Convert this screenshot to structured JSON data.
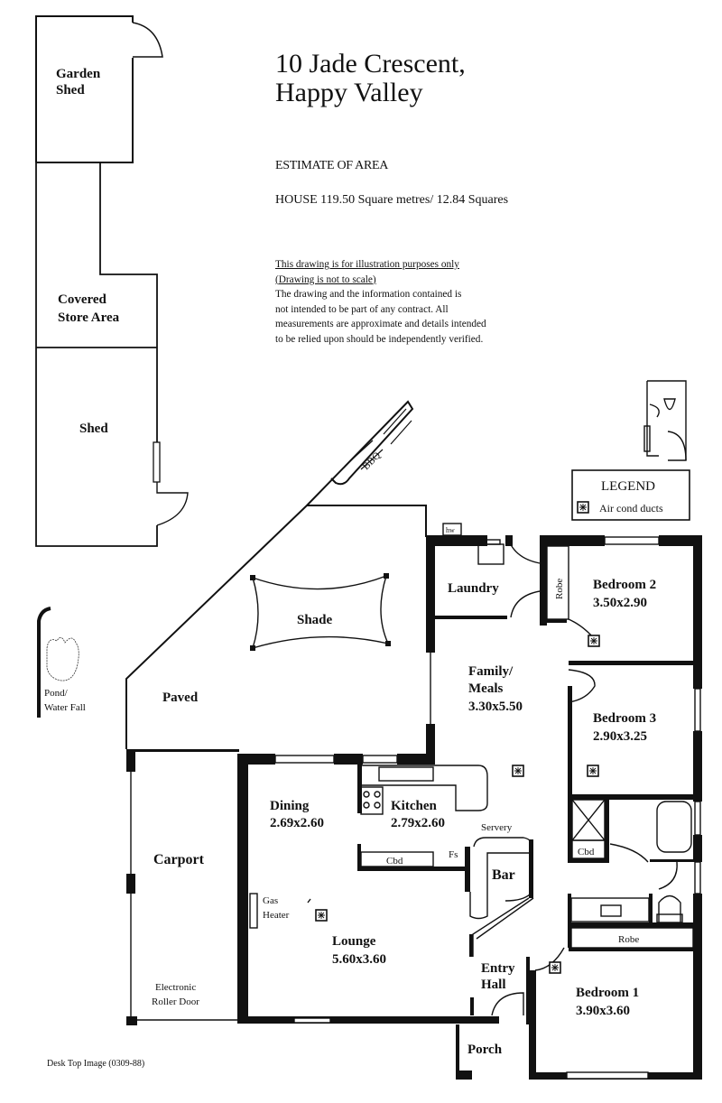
{
  "header": {
    "address_line1": "10 Jade Crescent,",
    "address_line2": "Happy Valley",
    "estimate_heading": "ESTIMATE OF AREA",
    "house_area": "HOUSE  119.50 Square metres/ 12.84 Squares"
  },
  "disclaimer": {
    "line1": "This drawing is for illustration purposes only",
    "line2": "(Drawing is not to scale)",
    "body": [
      "The drawing and the information contained is",
      "not intended to be part of any contract.  All",
      "measurements are approximate and details intended",
      "to be relied upon should be independently verified."
    ]
  },
  "legend": {
    "title": "LEGEND",
    "item": "Air cond ducts",
    "icon": "air-cond-duct-icon"
  },
  "outbuildings": {
    "garden_shed": [
      "Garden",
      "Shed"
    ],
    "covered_store": [
      "Covered",
      "Store Area"
    ],
    "shed": "Shed",
    "pond": [
      "Pond/",
      "Water Fall"
    ]
  },
  "outdoor": {
    "bbq": "BBQ",
    "shade": "Shade",
    "paved": "Paved",
    "hw": "hw",
    "carport": "Carport",
    "roller_door": [
      "Electronic",
      "Roller Door"
    ]
  },
  "rooms": {
    "laundry": "Laundry",
    "bedroom2": {
      "name": "Bedroom 2",
      "size": "3.50x2.90"
    },
    "robe_vertical": "Robe",
    "family": {
      "name1": "Family/",
      "name2": "Meals",
      "size": "3.30x5.50"
    },
    "bedroom3": {
      "name": "Bedroom 3",
      "size": "2.90x3.25"
    },
    "dining": {
      "name": "Dining",
      "size": "2.69x2.60"
    },
    "kitchen": {
      "name": "Kitchen",
      "size": "2.79x2.60"
    },
    "servery": "Servery",
    "cbd_kitchen": "Cbd",
    "fs": "Fs",
    "bar": "Bar",
    "cbd_bath": "Cbd",
    "gas_heater": [
      "Gas",
      "Heater"
    ],
    "lounge": {
      "name": "Lounge",
      "size": "5.60x3.60"
    },
    "robe_bed1": "Robe",
    "entry": [
      "Entry",
      "Hall"
    ],
    "bedroom1": {
      "name": "Bedroom 1",
      "size": "3.90x3.60"
    },
    "porch": "Porch"
  },
  "footer": "Desk Top Image  (0309-88)"
}
